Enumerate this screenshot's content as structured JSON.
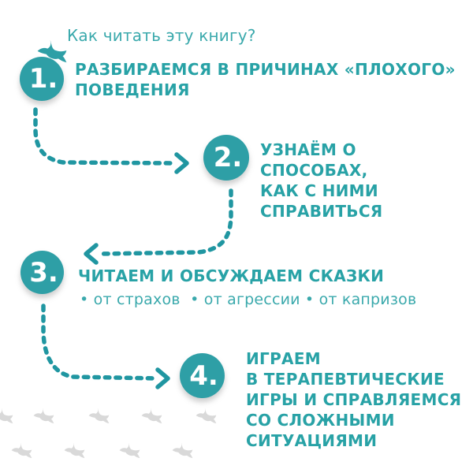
{
  "header": {
    "title": "Как читать эту книгу?",
    "icon": "bird-icon"
  },
  "steps": [
    {
      "number": "1.",
      "title": "РАЗБИРАЕМСЯ В ПРИЧИНАХ «ПЛОХОГО»\nПОВЕДЕНИЯ"
    },
    {
      "number": "2.",
      "title": "УЗНАЁМ О СПОСОБАХ,\nКАК С НИМИ\nСПРАВИТЬСЯ"
    },
    {
      "number": "3.",
      "title": "ЧИТАЕМ И ОБСУЖДАЕМ СКАЗКИ",
      "bullets": "• от страхов  • от агрессии • от капризов"
    },
    {
      "number": "4.",
      "title": "ИГРАЕМ\nВ ТЕРАПЕВТИЧЕСКИЕ\nИГРЫ И СПРАВЛЯЕМСЯ\nСО СЛОЖНЫМИ\nСИТУАЦИЯМИ"
    }
  ],
  "decor": {
    "header_bird_icon": "teal flying bird silhouette",
    "pattern_bird_icon": "light gray flying bird silhouettes, two offset rows, bottom-left",
    "arrows": "dashed teal curved arrows connecting step 1→2→3→4"
  },
  "colors": {
    "background": "#ffffff",
    "circle_teal": "#2e9fa6",
    "title_teal": "#28a2a6",
    "light_teal": "#3aa9ac",
    "arrow_teal": "#2096a1",
    "bird_gray": "#d9d9d9",
    "number_white": "#ffffff"
  }
}
